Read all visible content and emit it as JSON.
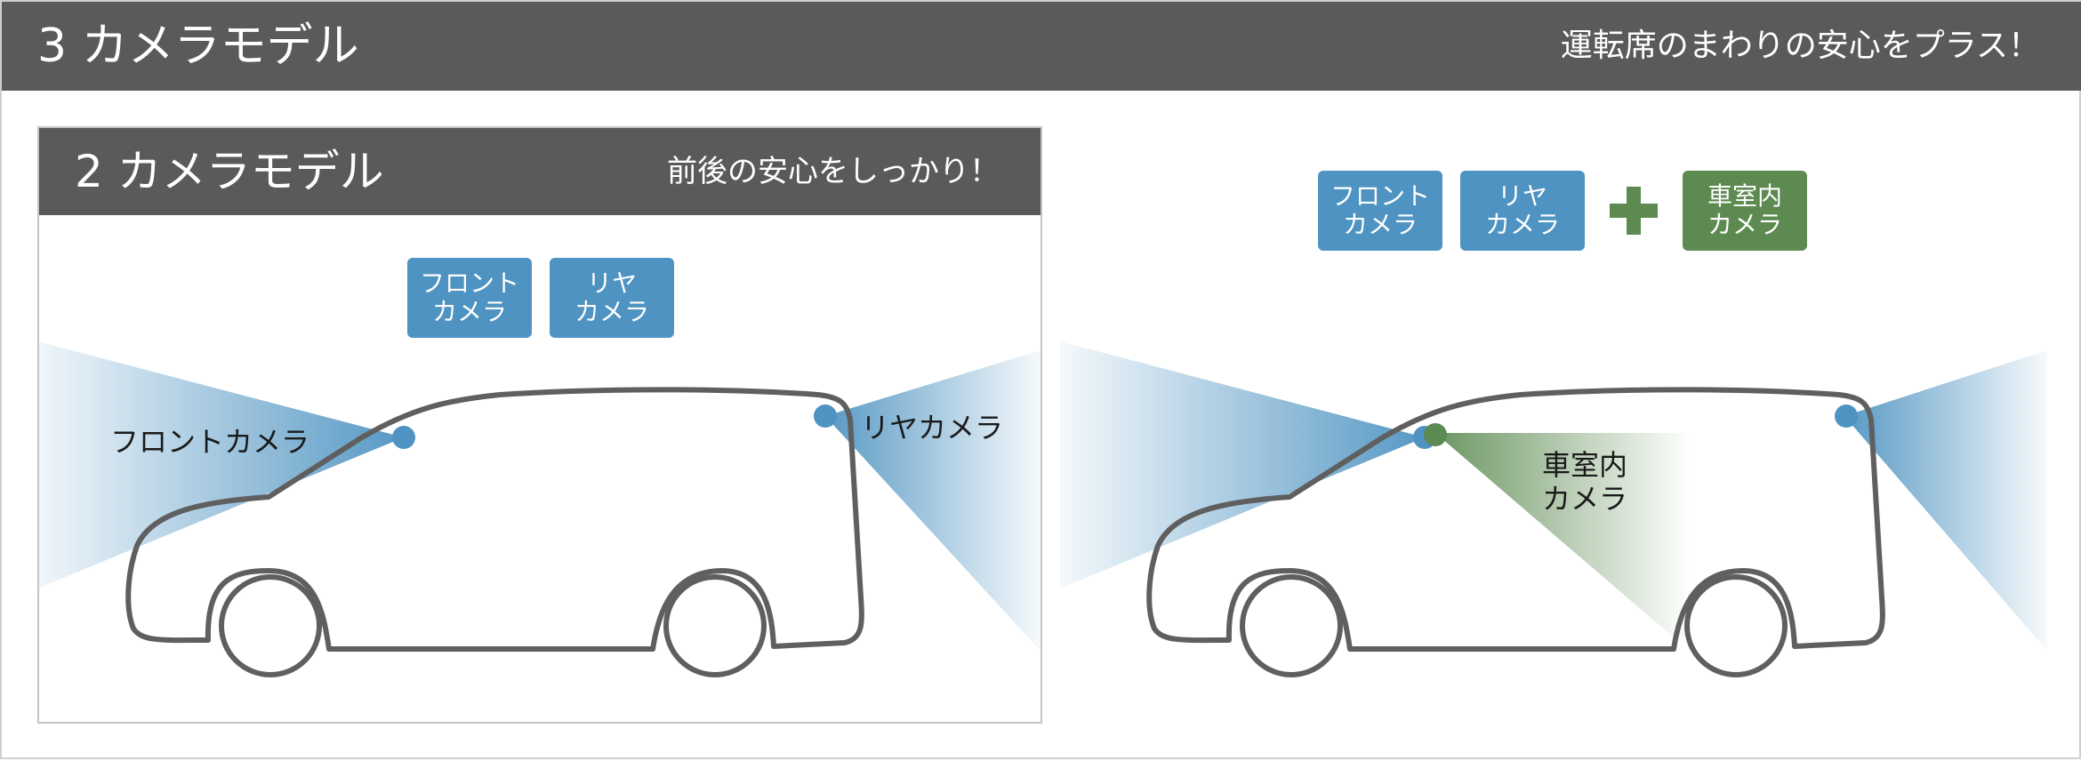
{
  "header": {
    "title": "3 カメラモデル",
    "tagline": "運転席のまわりの安心をプラス！"
  },
  "two_camera_panel": {
    "title": "2 カメラモデル",
    "tagline": "前後の安心をしっかり！",
    "badges": [
      {
        "text": "フロント\nカメラ"
      },
      {
        "text": "リヤ\nカメラ"
      }
    ],
    "diagram_labels": {
      "front": "フロントカメラ",
      "rear": "リヤカメラ"
    }
  },
  "three_camera_panel": {
    "badges": [
      {
        "text": "フロント\nカメラ"
      },
      {
        "text": "リヤ\nカメラ"
      },
      {
        "text": "車室内\nカメラ"
      }
    ],
    "diagram_labels": {
      "interior": "車室内\nカメラ"
    }
  },
  "colors": {
    "header_bg": "#5a5a5a",
    "camera_blue": "#4e93c1",
    "camera_green": "#5c8a51",
    "car_outline": "#5f5f5f"
  }
}
